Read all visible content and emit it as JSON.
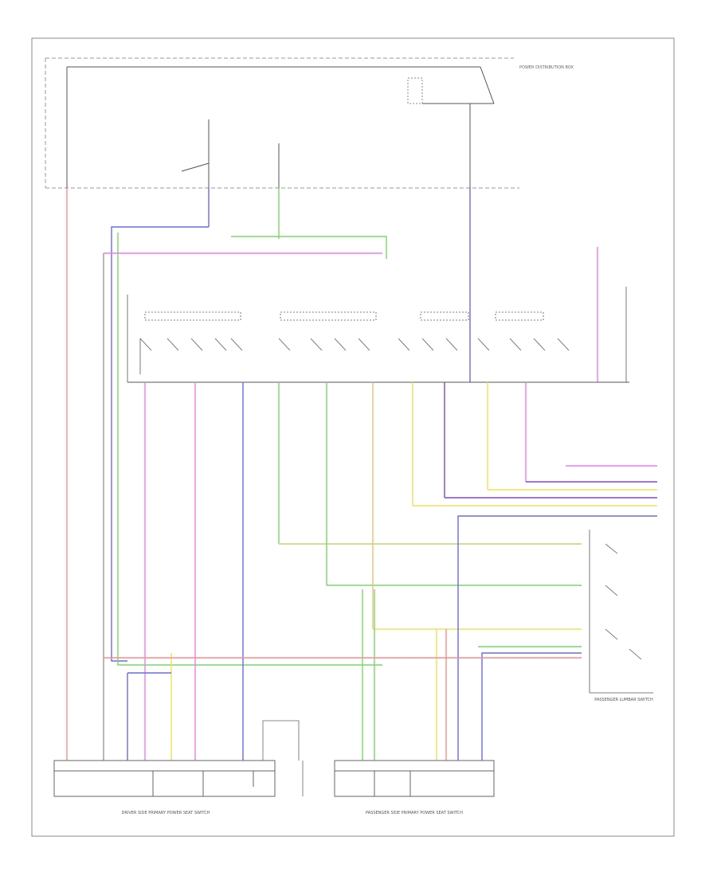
{
  "diagram": {
    "footer_code": "",
    "bottom_left_module": "DRIVER SIDE PRIMARY POWER SEAT SWITCH",
    "bottom_right_module": "PASSENGER SIDE PRIMARY POWER SEAT SWITCH",
    "right_module": "PASSENGER LUMBAR SWITCH",
    "top_right_label": "POWER DISTRIBUTION BOX",
    "center_labels": [
      "",
      ""
    ],
    "wire_colors": {
      "red": "#ff8a8a",
      "pink": "#f07af0",
      "violet": "#7a4ad8",
      "blue": "#6a6ae6",
      "green": "#7ad86a",
      "yellow": "#f0e25a",
      "gray": "#999999"
    }
  }
}
